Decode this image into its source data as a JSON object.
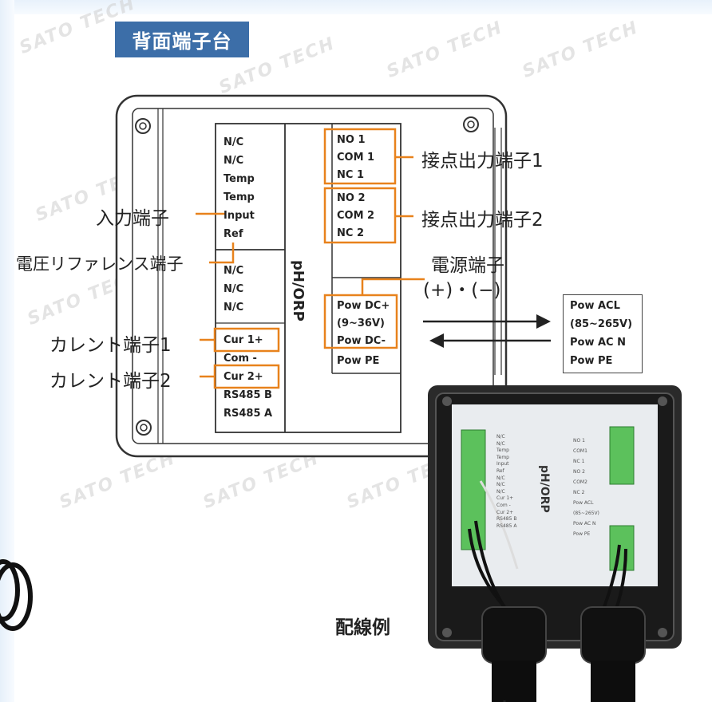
{
  "title": "背面端子台",
  "watermark": "SATO TECH",
  "board_label": "pH/ORP",
  "left_terminals": [
    "N/C",
    "N/C",
    "Temp",
    "Temp",
    "Input",
    "Ref",
    "N/C",
    "N/C",
    "N/C",
    "Cur 1+",
    "Com -",
    "Cur 2+",
    "RS485 B",
    "RS485 A"
  ],
  "right_group1": [
    "NO 1",
    "COM 1",
    "NC 1"
  ],
  "right_group2": [
    "NO 2",
    "COM 2",
    "NC 2"
  ],
  "right_power": [
    "Pow DC+",
    "(9~36V)",
    "Pow DC-",
    "Pow PE"
  ],
  "ac_box": [
    "Pow ACL",
    "(85~265V)",
    "Pow AC N",
    "Pow PE"
  ],
  "labels": {
    "contact1": "接点出力端子1",
    "contact2": "接点出力端子2",
    "power_line1": "電源端子",
    "power_line2": "(+)・(−)",
    "input": "入力端子",
    "ref": "電圧リファレンス端子",
    "current1": "カレント端子1",
    "current2": "カレント端子2"
  },
  "photo": {
    "caption": "配線例",
    "board_label": "pH/ORP",
    "left_terms": [
      "N/C",
      "N/C",
      "Temp",
      "Temp",
      "Input",
      "Ref",
      "N/C",
      "N/C",
      "N/C",
      "Cur 1+",
      "Com -",
      "Cur 2+",
      "RS485 B",
      "RS485 A"
    ],
    "right_terms": [
      "NO 1",
      "COM1",
      "NC 1",
      "NO 2",
      "COM2",
      "NC 2",
      "Pow ACL",
      "(85~265V)",
      "Pow AC N",
      "Pow PE"
    ]
  },
  "colors": {
    "accent": "#e8821c",
    "title_bg": "#3c6ea8",
    "line": "#333333"
  }
}
